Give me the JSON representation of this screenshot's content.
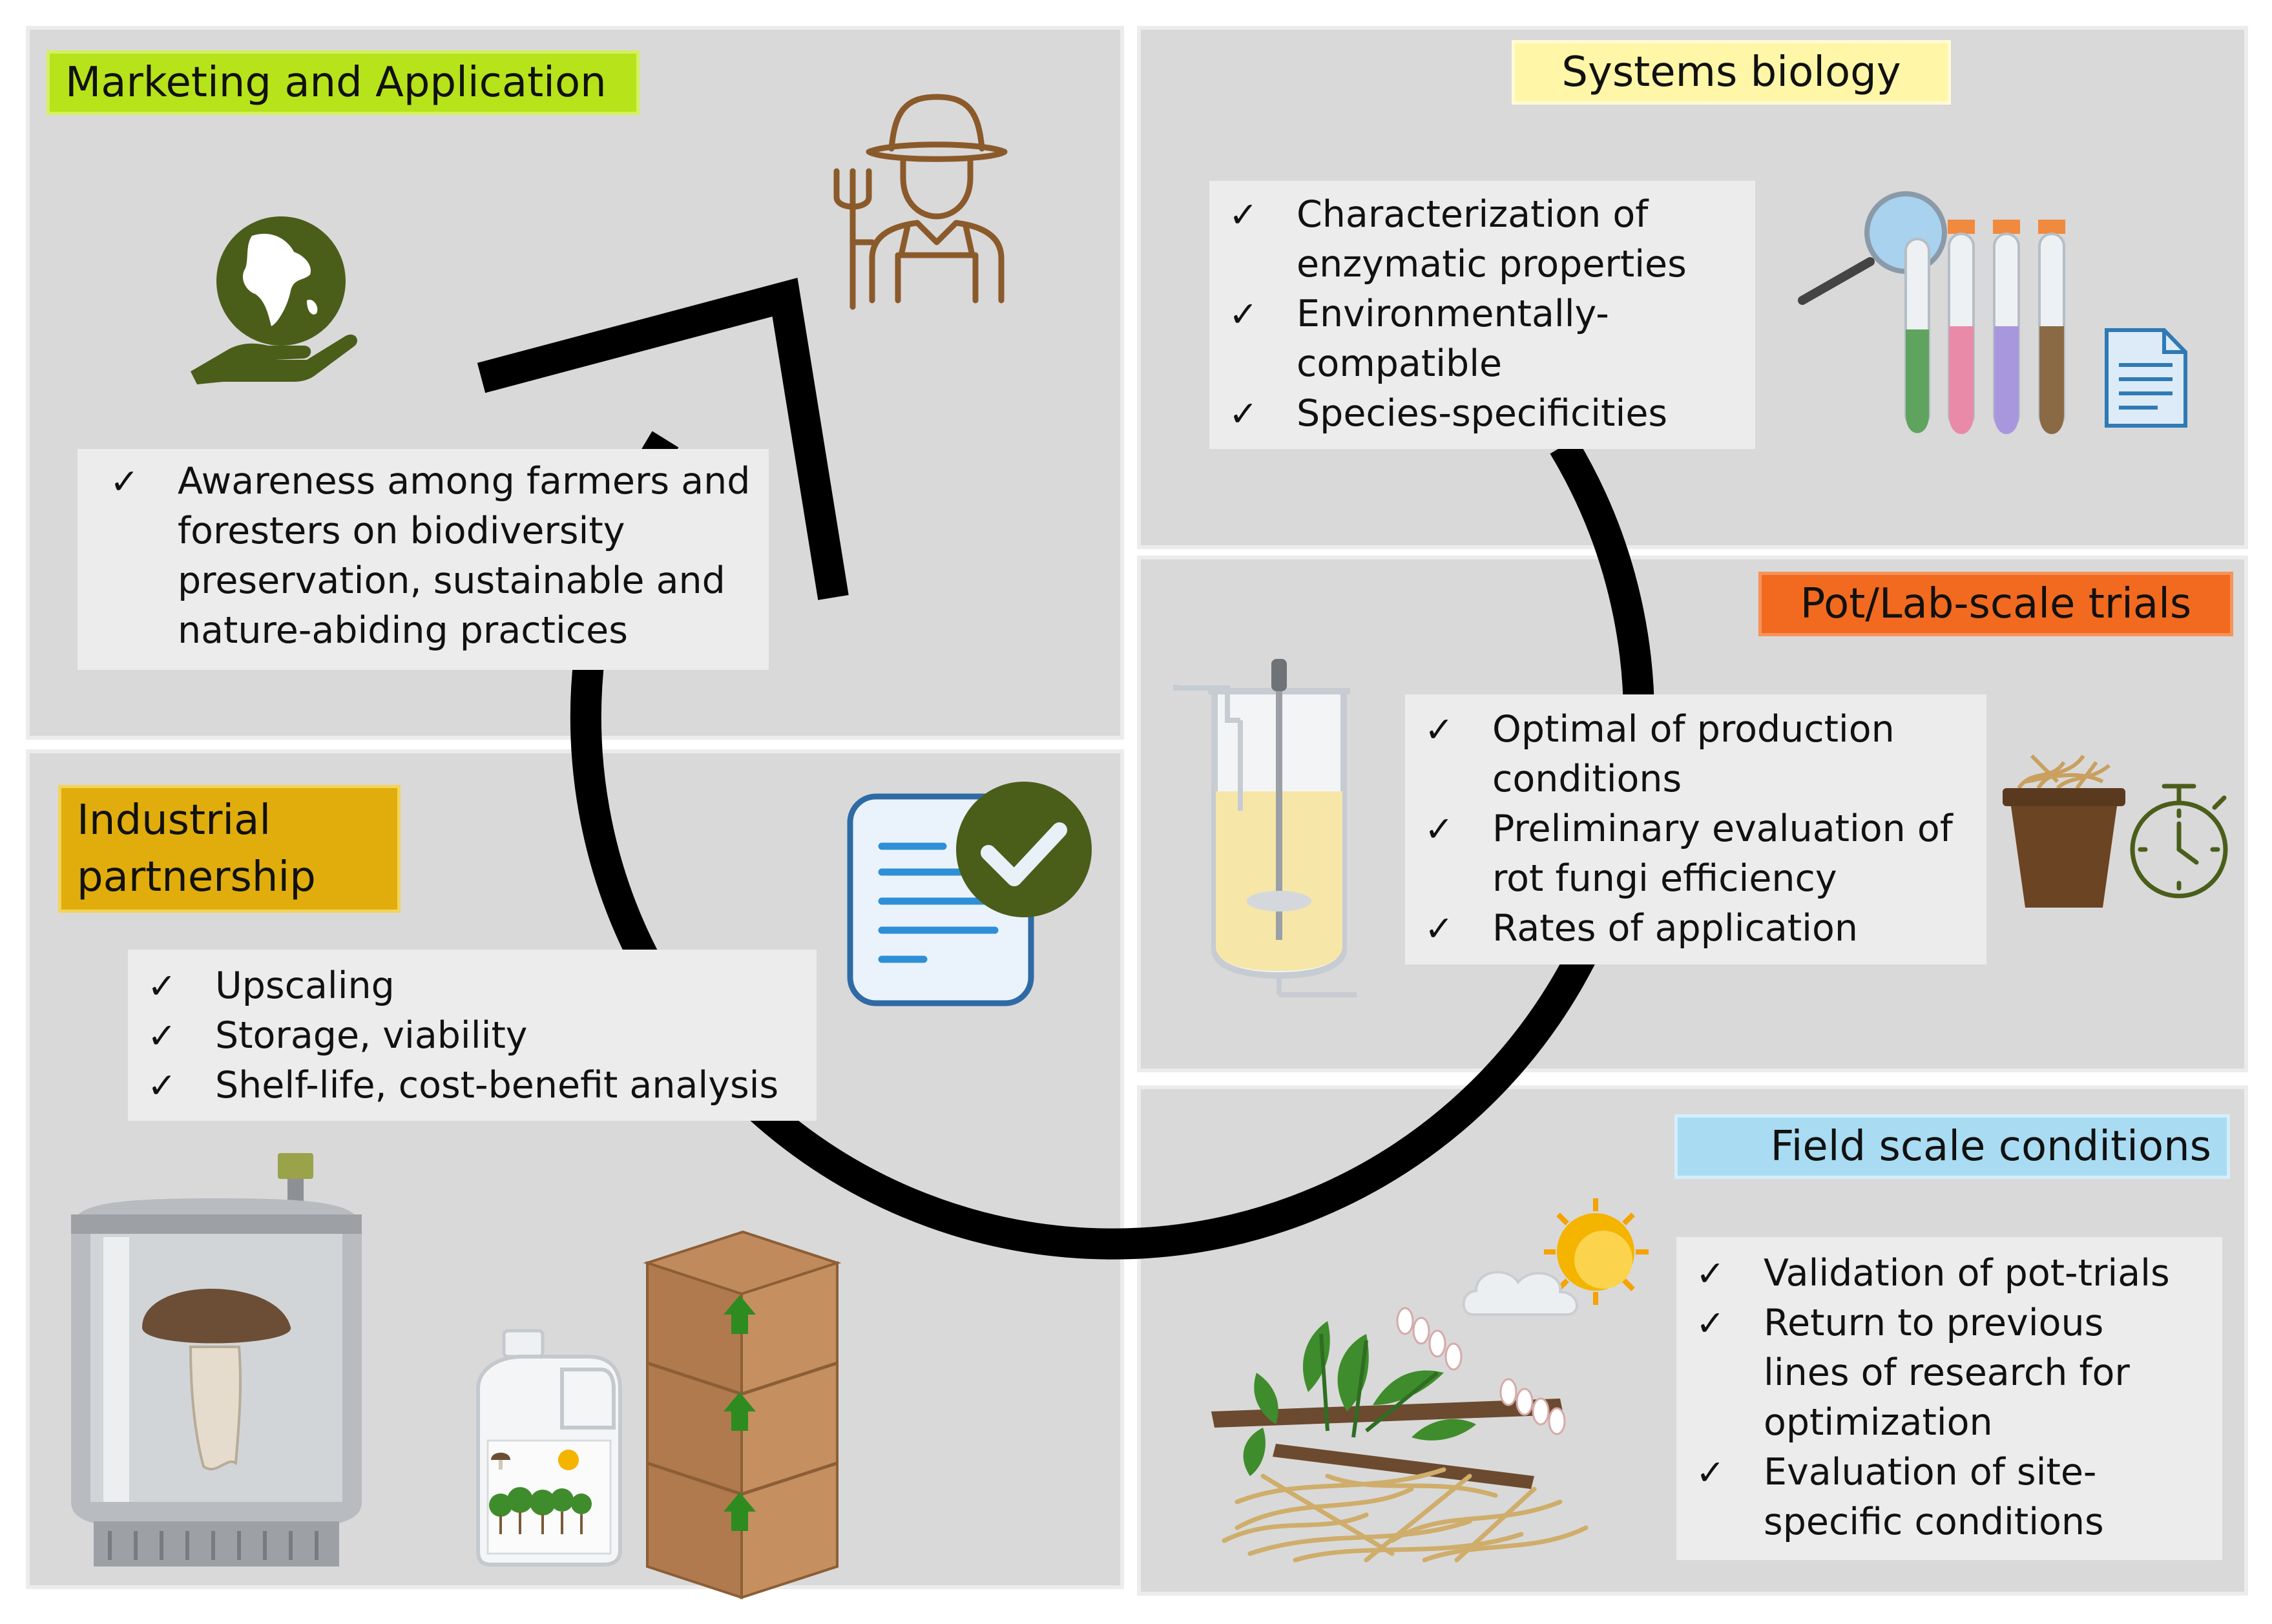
{
  "panels": {
    "marketing": {
      "title": "Marketing and Application",
      "items": [
        "Awareness among farmers and foresters on biodiversity preservation, sustainable and nature-abiding practices"
      ]
    },
    "systems": {
      "title": "Systems biology",
      "items": [
        "Characterization of enzymatic properties",
        "Environmentally-compatible",
        "Species-specificities"
      ]
    },
    "pot": {
      "title": "Pot/Lab-scale trials",
      "items": [
        "Optimal of production conditions",
        "Preliminary evaluation of rot fungi efficiency",
        "Rates of application"
      ]
    },
    "industrial": {
      "title": "Industrial partnership",
      "items": [
        "Upscaling",
        "Storage, viability",
        "Shelf-life, cost-benefit analysis"
      ]
    },
    "field": {
      "title": "Field scale conditions",
      "items": [
        "Validation of pot-trials",
        "Return to previous lines of research for optimization",
        "Evaluation of site-specific conditions"
      ]
    }
  },
  "check_glyph": "✓",
  "colors": {
    "panel_bg": "#d9d9d9",
    "textbox_bg": "#ececec",
    "marketing_title": "#b7e31a",
    "systems_title": "#fff6a8",
    "pot_title": "#f26a1f",
    "industrial_title": "#e0ad0c",
    "field_title": "#a9dcf2",
    "cycle_arrow": "#000000",
    "olive_icon": "#4a5e1a",
    "brown_icon": "#8b5a2b"
  },
  "icons": [
    "globe-hand-icon",
    "farmer-icon",
    "magnifier-test-tubes-icon",
    "document-icon",
    "bioreactor-icon",
    "plant-pot-icon",
    "stopwatch-icon",
    "checklist-icon",
    "storage-tank-mushroom-icon",
    "jerrycan-icon",
    "stacked-boxes-icon",
    "sun-cloud-icon",
    "plant-litter-icon",
    "cycle-arrow"
  ]
}
